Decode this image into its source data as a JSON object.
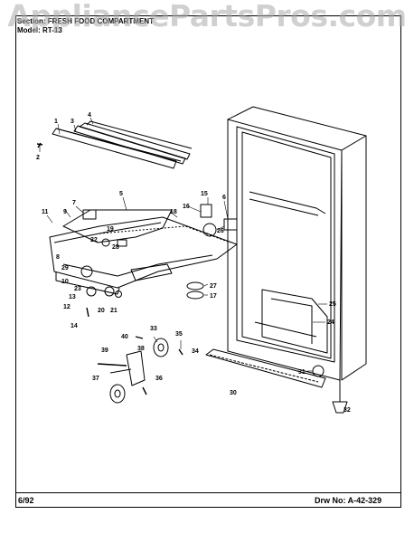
{
  "watermark": "AppliancePartsPros.com",
  "header": {
    "section": "Section: FRESH FOOD COMPARTMENT",
    "model": "Model: RT-13"
  },
  "footer": {
    "date": "6/92",
    "drawing_number": "Drw No: A-42-329"
  },
  "callouts": [
    "1",
    "2",
    "3",
    "4",
    "5",
    "6",
    "7",
    "8",
    "9",
    "10",
    "11",
    "12",
    "13",
    "14",
    "15",
    "16",
    "17",
    "18",
    "19",
    "20",
    "21",
    "22",
    "23",
    "24",
    "25",
    "26",
    "27",
    "28",
    "29",
    "30",
    "31",
    "32",
    "33",
    "34",
    "35",
    "36",
    "37",
    "38",
    "39",
    "40"
  ]
}
